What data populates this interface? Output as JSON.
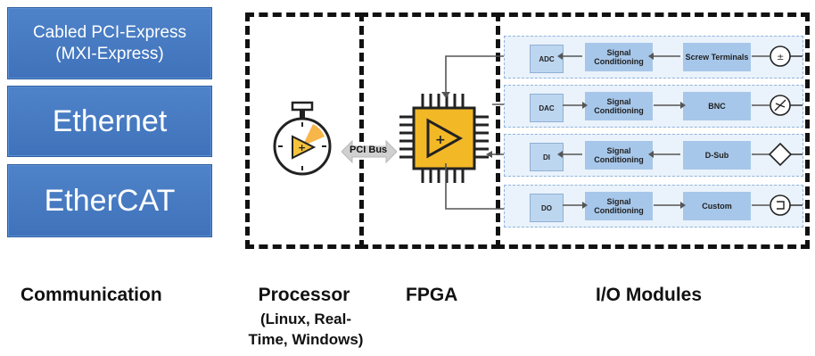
{
  "communication": {
    "items": [
      {
        "line1": "Cabled PCI-Express",
        "line2": "(MXI-Express)"
      },
      {
        "label": "Ethernet"
      },
      {
        "label": "EtherCAT"
      }
    ],
    "label": "Communication"
  },
  "processor": {
    "label": "Processor",
    "sub_label": "(Linux, Real-\nTime, Windows)"
  },
  "fpga": {
    "label": "FPGA"
  },
  "io": {
    "label": "I/O Modules"
  },
  "bus": {
    "label": "PCI Bus"
  },
  "modules": [
    {
      "converter": "ADC",
      "signal": "Signal Conditioning",
      "terminal": "Screw Terminals"
    },
    {
      "converter": "DAC",
      "signal": "Signal Conditioning",
      "terminal": "BNC"
    },
    {
      "converter": "DI",
      "signal": "Signal Conditioning",
      "terminal": "D-Sub"
    },
    {
      "converter": "DO",
      "signal": "Signal Conditioning",
      "terminal": "Custom"
    }
  ],
  "colors": {
    "comm_blue": "#4275bd",
    "io_box": "#a7c7ea",
    "dash": "#111111",
    "fpga_yellow": "#f2b826"
  }
}
